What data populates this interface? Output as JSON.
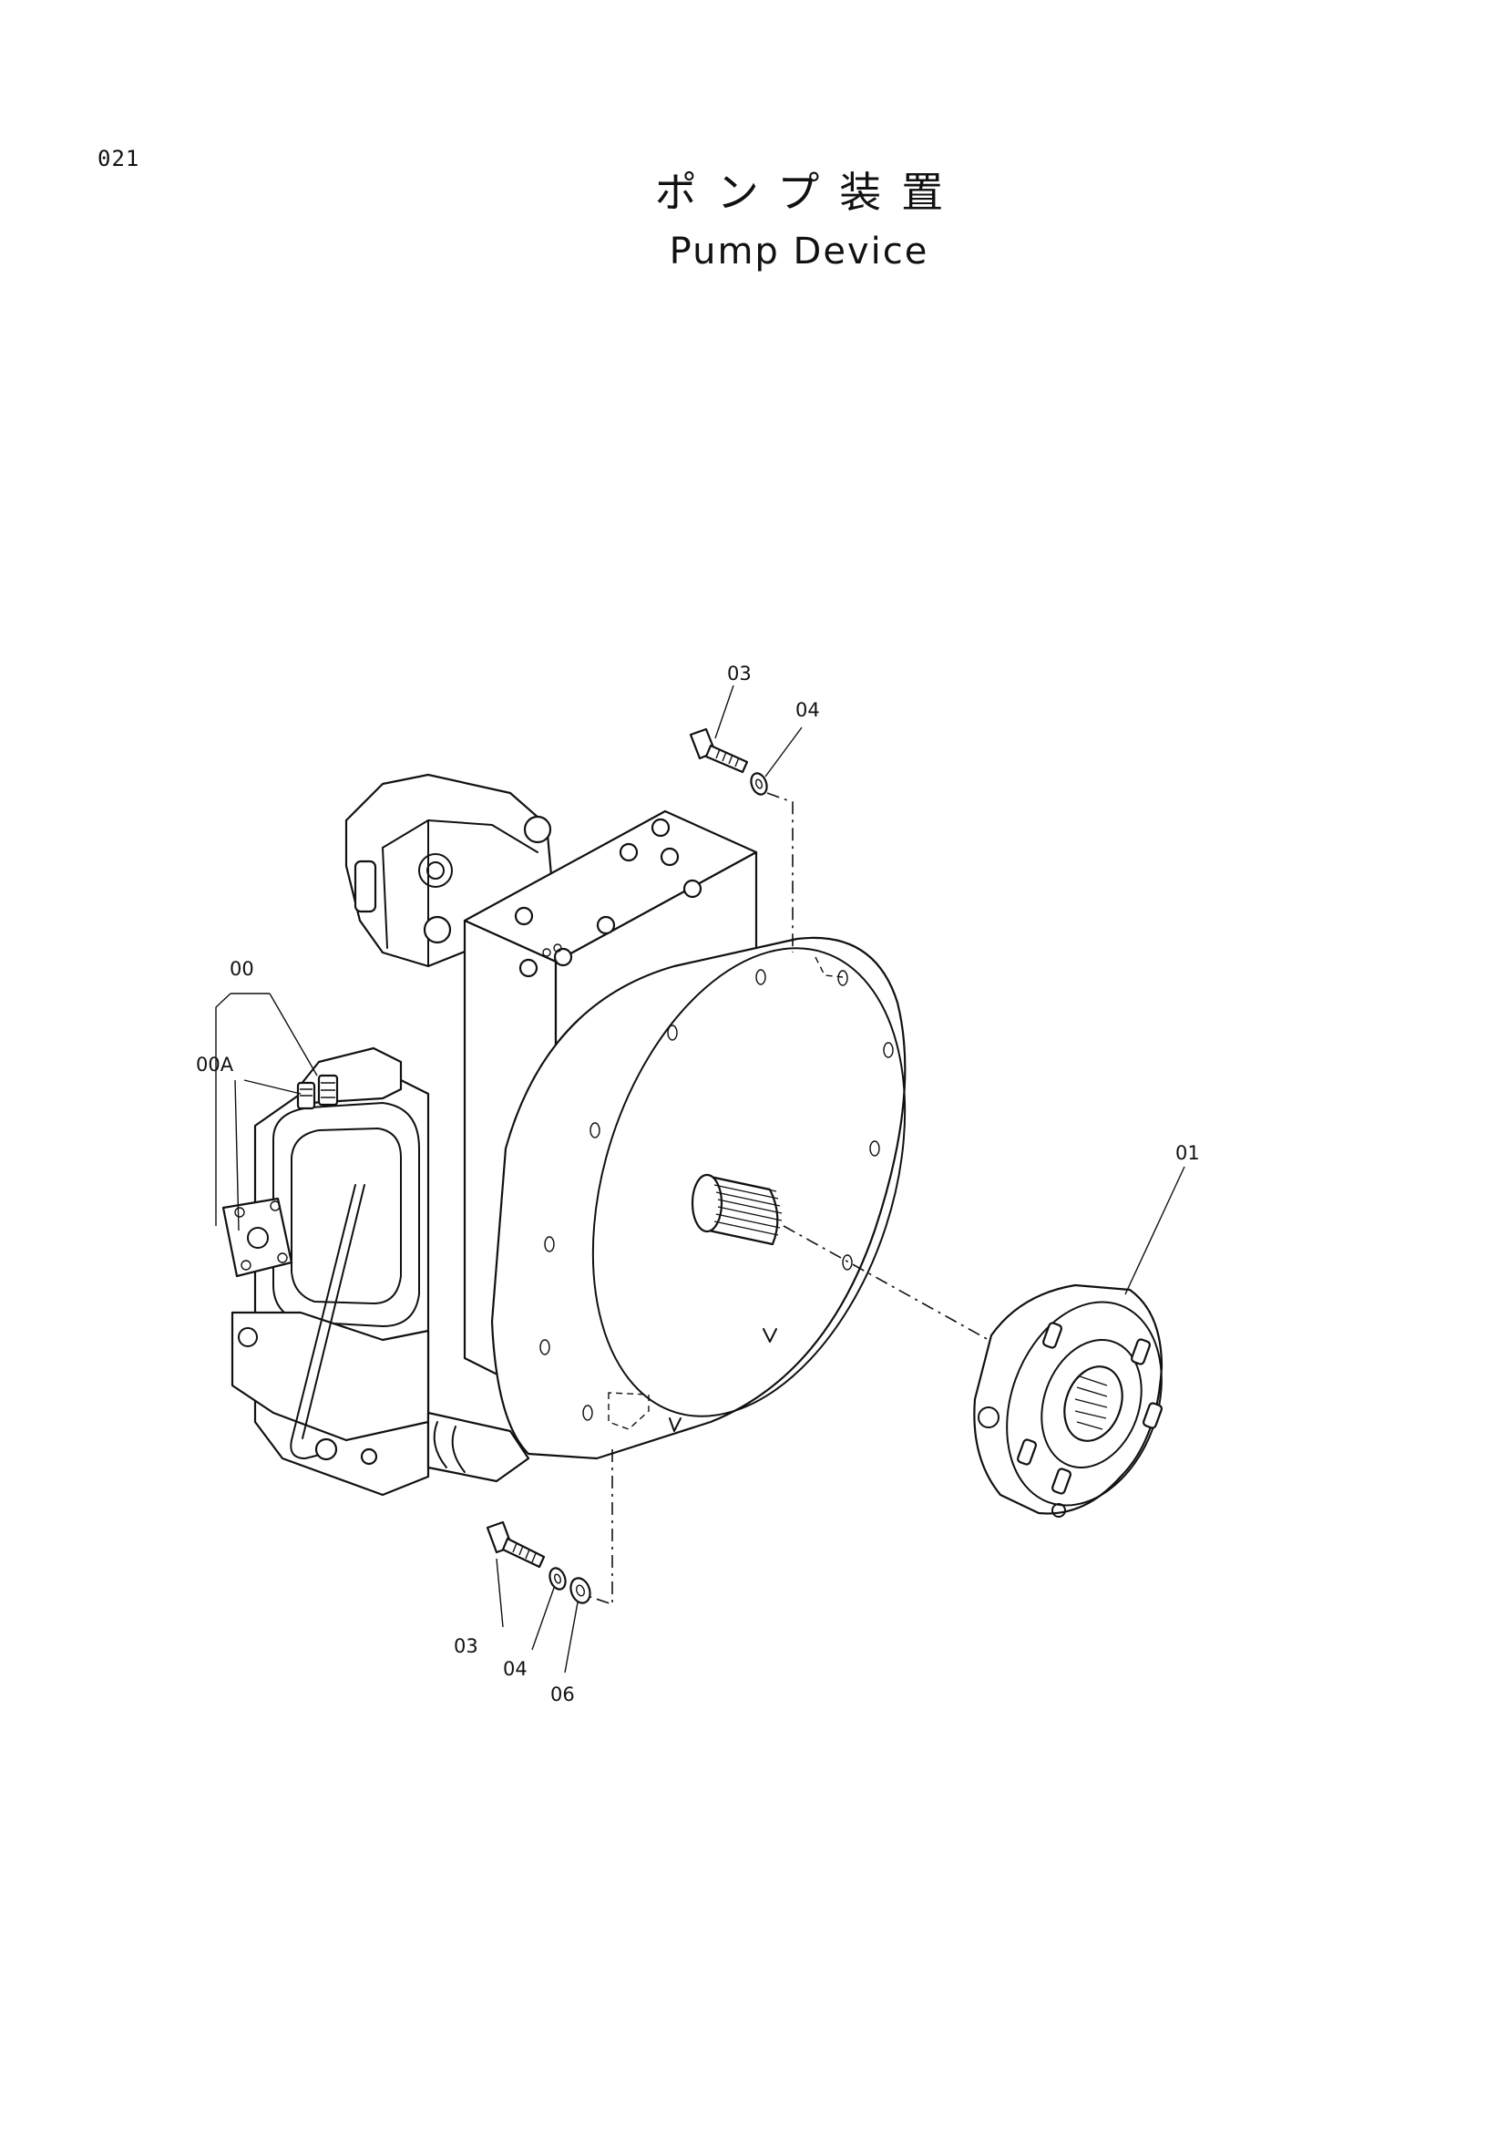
{
  "page": {
    "number": "021",
    "title_jp": "ポンプ装置",
    "title_en": "Pump Device"
  },
  "labels": {
    "l_00": "00",
    "l_00a": "00A",
    "l_01": "01",
    "l_03_top": "03",
    "l_04_top": "04",
    "l_03_bottom": "03",
    "l_04_bottom": "04",
    "l_06": "06"
  }
}
